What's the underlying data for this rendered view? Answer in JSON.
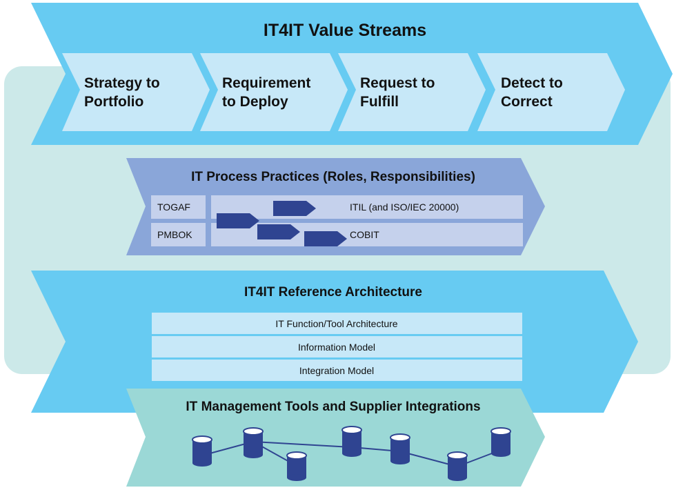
{
  "value_streams": {
    "title": "IT4IT Value Streams",
    "streams": [
      {
        "line1": "Strategy to",
        "line2": "Portfolio"
      },
      {
        "line1": "Requirement",
        "line2": "to Deploy"
      },
      {
        "line1": "Request to",
        "line2": "Fulfill"
      },
      {
        "line1": "Detect to",
        "line2": "Correct"
      }
    ]
  },
  "process_practices": {
    "title": "IT Process Practices (Roles, Responsibilities)",
    "frameworks": [
      "TOGAF",
      "PMBOK"
    ],
    "itil": "ITIL (and ISO/IEC 20000)",
    "cobit": "COBIT"
  },
  "reference_architecture": {
    "title": "IT4IT Reference Architecture",
    "layers": [
      "IT Function/Tool Architecture",
      "Information Model",
      "Integration Model"
    ]
  },
  "tools": {
    "title": "IT Management Tools and Supplier Integrations",
    "database_icon_count": 7
  },
  "colors": {
    "background_panel": "#cce9e9",
    "value_stream_chevron": "#67cbf2",
    "stream_box": "#c7e8f8",
    "practices_chevron": "#8aa6d9",
    "practices_box": "#c5d1ec",
    "reference_chevron": "#67cbf2",
    "layer_box": "#c7e8f8",
    "tools_chevron": "#9bd8d6",
    "database_icon": "#2f4491",
    "process_arrow": "#2f4491"
  }
}
